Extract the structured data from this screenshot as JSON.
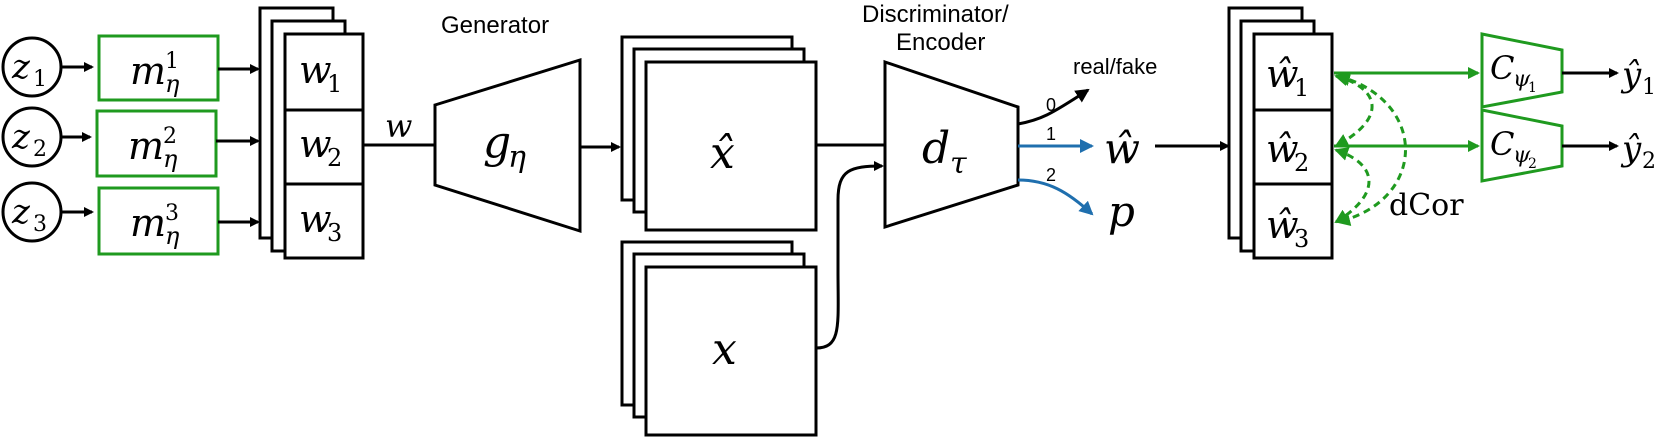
{
  "colors": {
    "black": "#000000",
    "green": "#1f9a1f",
    "blue": "#1f6fae"
  },
  "inputs": {
    "z1": {
      "base": "z",
      "sub": "1"
    },
    "z2": {
      "base": "z",
      "sub": "2"
    },
    "z3": {
      "base": "z",
      "sub": "3"
    }
  },
  "mappers": {
    "m1": {
      "base": "m",
      "sub": "η",
      "sup": "1"
    },
    "m2": {
      "base": "m",
      "sub": "η",
      "sup": "2"
    },
    "m3": {
      "base": "m",
      "sub": "η",
      "sup": "3"
    }
  },
  "w_stack": {
    "w1": {
      "base": "w",
      "sub": "1"
    },
    "w2": {
      "base": "w",
      "sub": "2"
    },
    "w3": {
      "base": "w",
      "sub": "3"
    }
  },
  "w_label": "w",
  "generator": {
    "title": "Generator",
    "symbol_base": "g",
    "symbol_sub": "η"
  },
  "x_hat": "x̂",
  "x_real": "x",
  "discriminator": {
    "title_line1": "Discriminator/",
    "title_line2": "Encoder",
    "symbol_base": "d",
    "symbol_sub": "τ"
  },
  "outputs": {
    "realfake_label": "real/fake",
    "index0": "0",
    "index1": "1",
    "index2": "2",
    "w_hat": "ŵ",
    "p": "p"
  },
  "w_hat_stack": {
    "w1": {
      "base": "ŵ",
      "sub": "1"
    },
    "w2": {
      "base": "ŵ",
      "sub": "2"
    },
    "w3": {
      "base": "ŵ",
      "sub": "3"
    }
  },
  "dcor_label": "dCor",
  "classifiers": {
    "c1": {
      "base": "C",
      "sub": "ψ",
      "subsub": "1"
    },
    "c2": {
      "base": "C",
      "sub": "ψ",
      "subsub": "2"
    }
  },
  "predictions": {
    "y1": {
      "base": "ŷ",
      "sub": "1"
    },
    "y2": {
      "base": "ŷ",
      "sub": "2"
    }
  }
}
